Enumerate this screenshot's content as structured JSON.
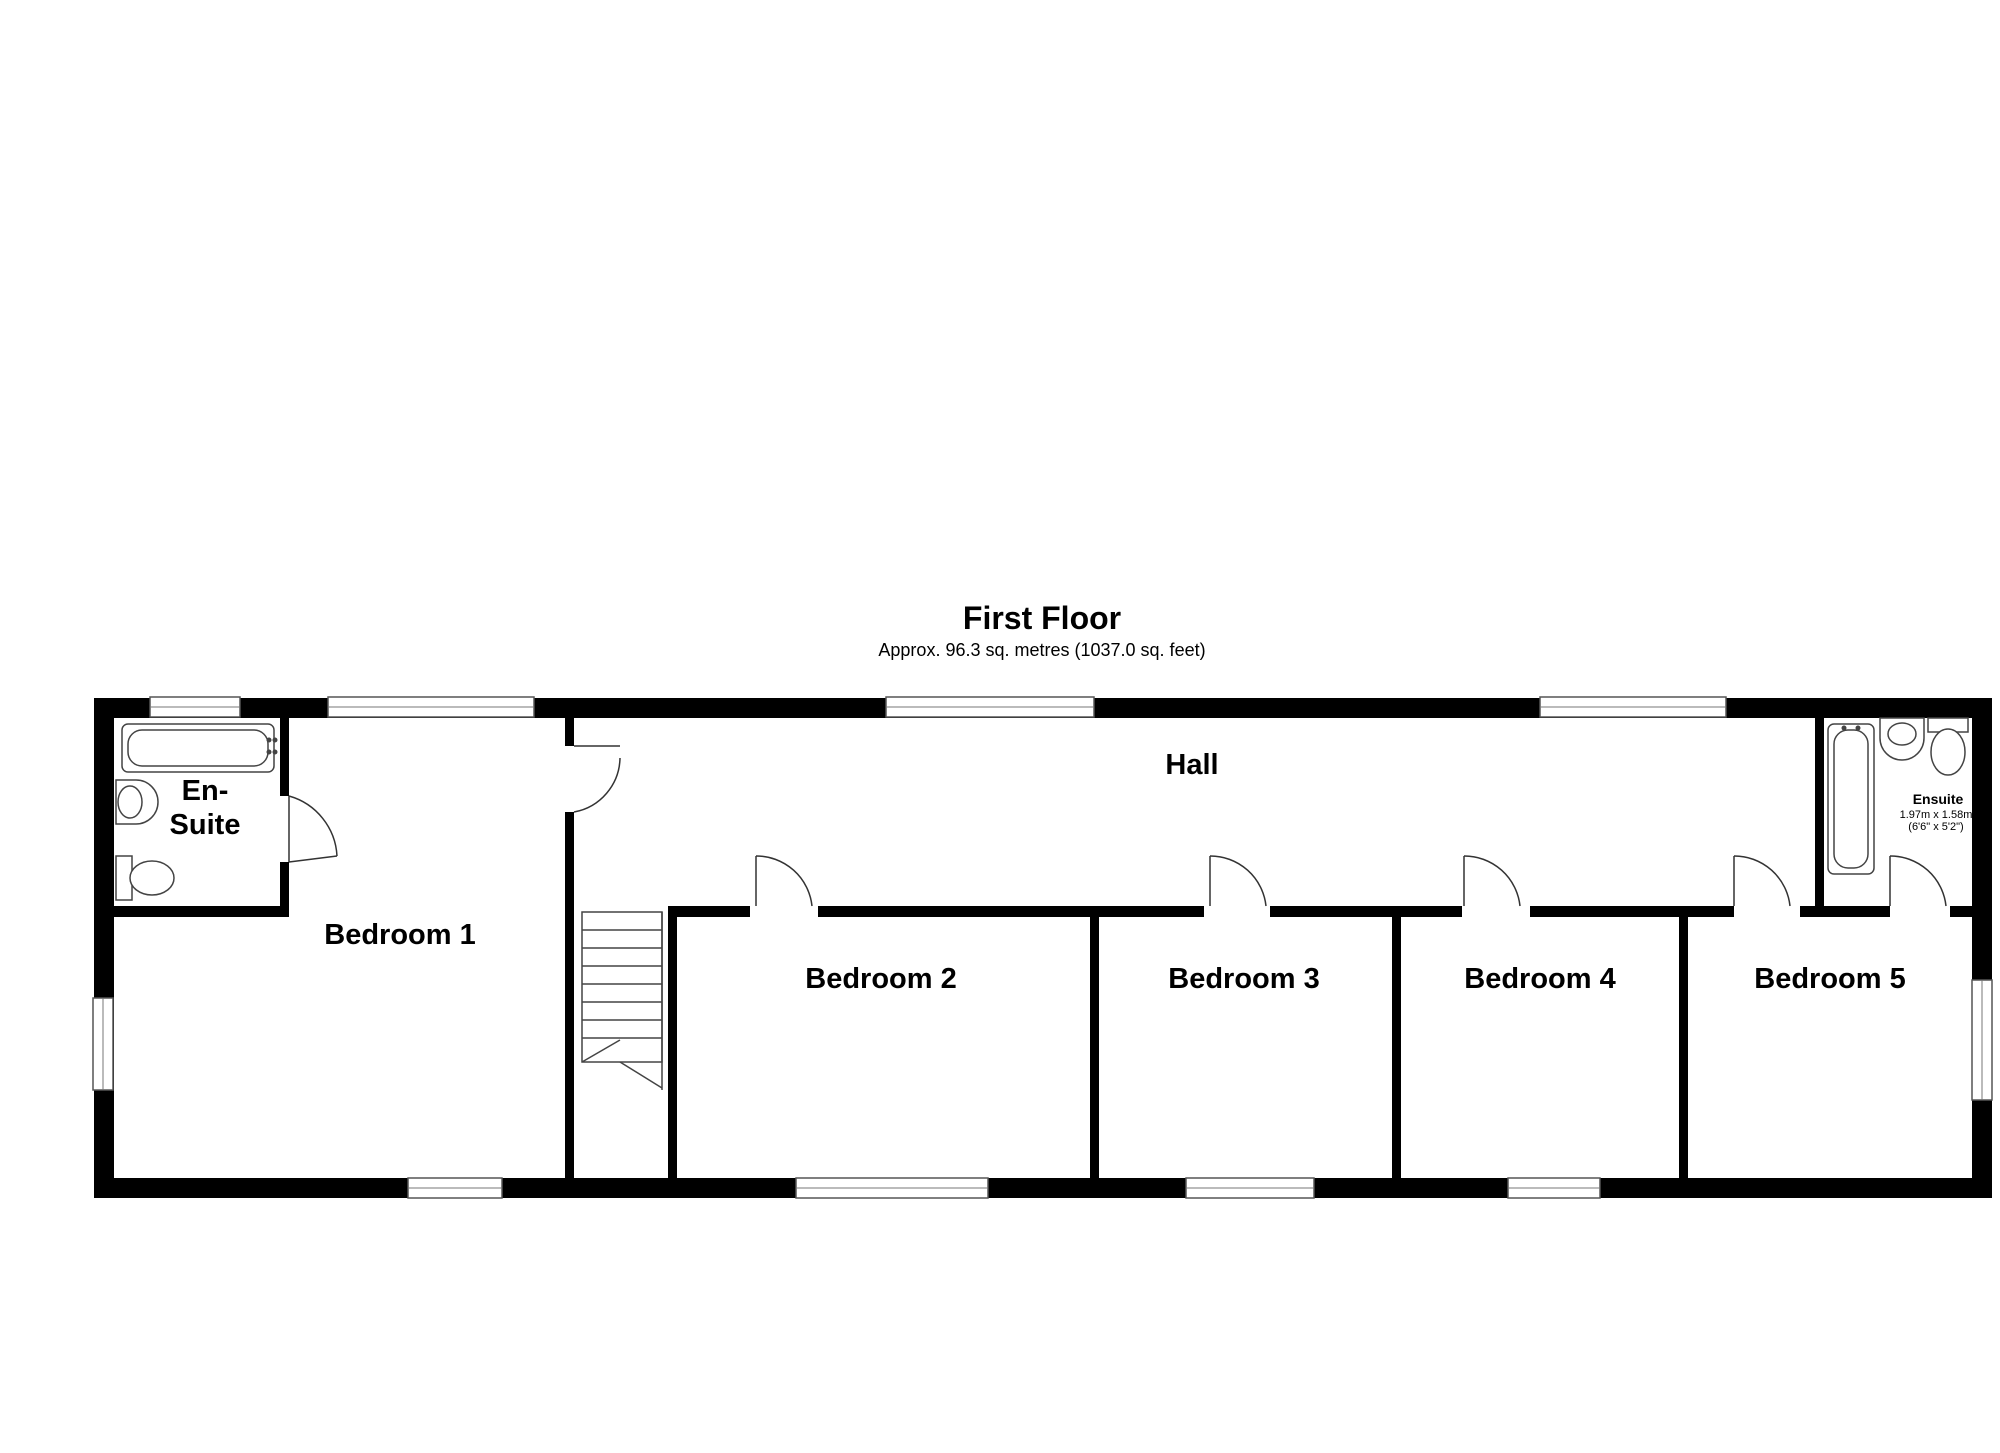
{
  "floor": {
    "title": "First Floor",
    "area": "Approx. 96.3 sq. metres (1037.0 sq. feet)"
  },
  "rooms": {
    "ensuite_left": {
      "line1": "En-",
      "line2": "Suite"
    },
    "bedroom1": "Bedroom 1",
    "hall": "Hall",
    "bedroom2": "Bedroom 2",
    "bedroom3": "Bedroom 3",
    "bedroom4": "Bedroom 4",
    "bedroom5": "Bedroom 5",
    "ensuite_right": {
      "name": "Ensuite",
      "metric": "1.97m x 1.58m",
      "imperial": "(6'6\" x 5'2\")"
    }
  },
  "colors": {
    "wall": "#000000",
    "background": "#ffffff"
  }
}
